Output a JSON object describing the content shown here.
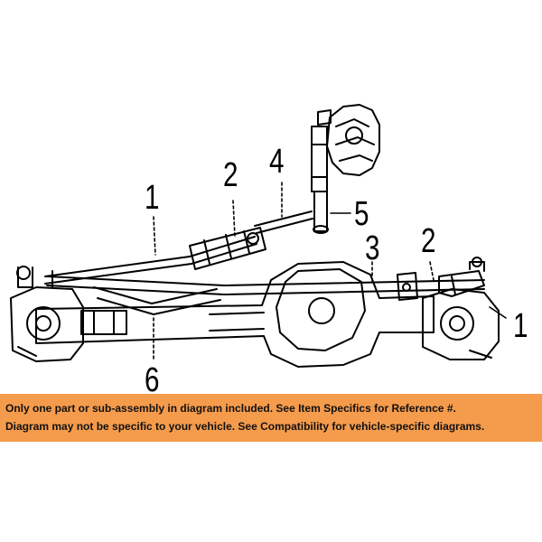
{
  "callouts": {
    "c1_left": "1",
    "c2_left": "2",
    "c4": "4",
    "c5": "5",
    "c3": "3",
    "c2_right": "2",
    "c1_right": "1",
    "c6": "6"
  },
  "banner": {
    "line1": "Only one part or sub-assembly in diagram included. See Item Specifics for Reference #.",
    "line2": "Diagram may not be specific to your vehicle. See Compatibility for vehicle-specific diagrams.",
    "background_color": "#f59b4c"
  }
}
